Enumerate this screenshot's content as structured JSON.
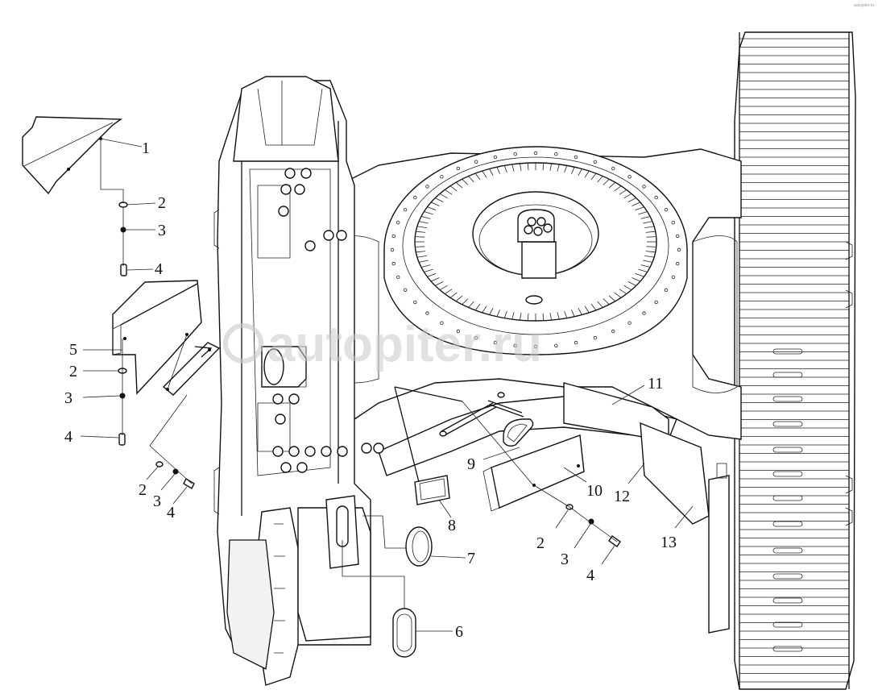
{
  "watermark": {
    "text": "autopiter.ru",
    "corner_text": "autopiter.ru"
  },
  "callouts": [
    {
      "id": "1",
      "text": "1"
    },
    {
      "id": "2a",
      "text": "2"
    },
    {
      "id": "3a",
      "text": "3"
    },
    {
      "id": "4a",
      "text": "4"
    },
    {
      "id": "5",
      "text": "5"
    },
    {
      "id": "2b",
      "text": "2"
    },
    {
      "id": "3b",
      "text": "3"
    },
    {
      "id": "4b",
      "text": "4"
    },
    {
      "id": "2c",
      "text": "2"
    },
    {
      "id": "3c",
      "text": "3"
    },
    {
      "id": "4c",
      "text": "4"
    },
    {
      "id": "6",
      "text": "6"
    },
    {
      "id": "7",
      "text": "7"
    },
    {
      "id": "8",
      "text": "8"
    },
    {
      "id": "9",
      "text": "9"
    },
    {
      "id": "10",
      "text": "10"
    },
    {
      "id": "11",
      "text": "11"
    },
    {
      "id": "12",
      "text": "12"
    },
    {
      "id": "2d",
      "text": "2"
    },
    {
      "id": "3d",
      "text": "3"
    },
    {
      "id": "4d",
      "text": "4"
    },
    {
      "id": "13",
      "text": "13"
    }
  ]
}
